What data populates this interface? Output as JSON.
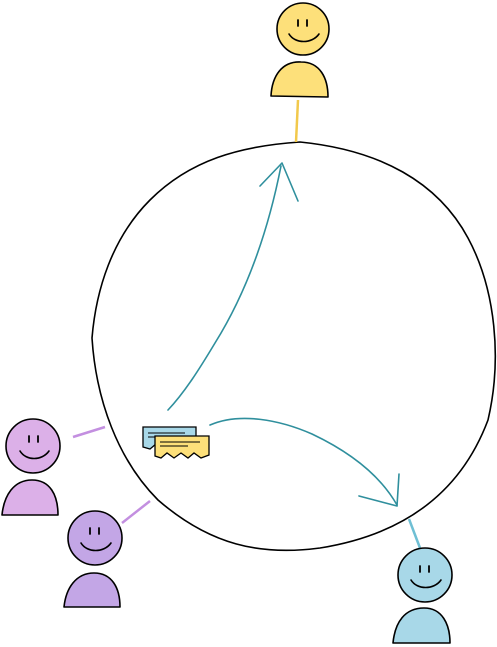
{
  "colors": {
    "background": "#ffffff",
    "outline": "#000000",
    "arrow": "#2f8f9d",
    "person_yellow": "#fde07a",
    "person_yellow_line": "#f2c94c",
    "person_blue": "#a8d8e8",
    "person_blue_line": "#6fbfd4",
    "person_pink": "#dcb0e8",
    "person_violet": "#c3a6e6",
    "person_purple_line": "#c38fe0",
    "note_blue": "#a8d8e8",
    "note_yellow": "#fde07a"
  },
  "diagram": {
    "nodes": [
      {
        "id": "person-top",
        "icon": "person-icon",
        "color": "yellow"
      },
      {
        "id": "person-bottom-right",
        "icon": "person-icon",
        "color": "blue"
      },
      {
        "id": "person-left-upper",
        "icon": "person-icon",
        "color": "pink"
      },
      {
        "id": "person-left-lower",
        "icon": "person-icon",
        "color": "violet"
      },
      {
        "id": "ring",
        "icon": "circle-ring"
      },
      {
        "id": "message-notes",
        "icon": "ticket-icon"
      }
    ],
    "edges": [
      {
        "from": "message-notes",
        "to": "person-top",
        "style": "arrow"
      },
      {
        "from": "message-notes",
        "to": "person-bottom-right",
        "style": "arrow"
      }
    ]
  }
}
